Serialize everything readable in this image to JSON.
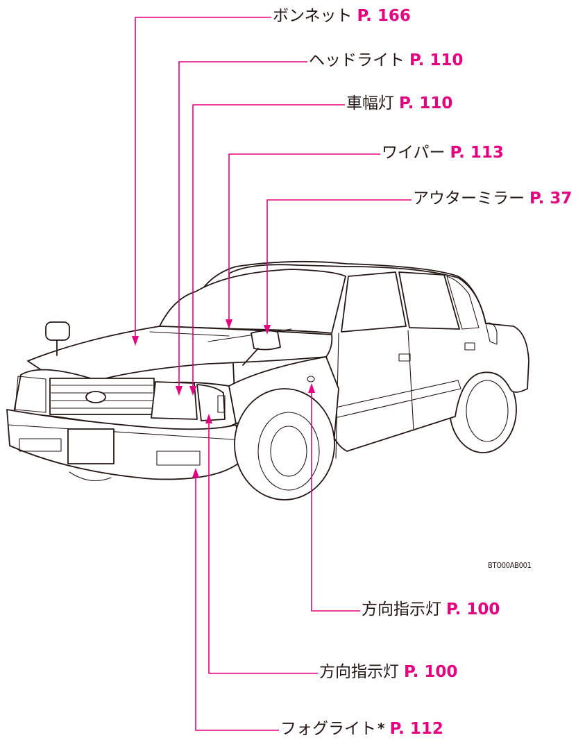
{
  "labels": {
    "bonnet": {
      "text": "ボンネット",
      "page": "P. 166"
    },
    "headlight": {
      "text": "ヘッドライト",
      "page": "P. 110"
    },
    "sidelight": {
      "text": "車幅灯",
      "page": "P. 110"
    },
    "wiper": {
      "text": "ワイパー",
      "page": "P. 113"
    },
    "outer_mirror": {
      "text": "アウターミラー",
      "page": "P. 37"
    },
    "turn_signal_side": {
      "text": "方向指示灯",
      "page": "P. 100"
    },
    "turn_signal_front": {
      "text": "方向指示灯",
      "page": "P. 100"
    },
    "fog_light": {
      "text": "フォグライト",
      "asterisk": "*",
      "page": "P. 112"
    }
  },
  "figure_id": "BTO00AB001",
  "colors": {
    "leader": "#e4007f",
    "line": "#231815",
    "page_ref": "#e4007f"
  }
}
